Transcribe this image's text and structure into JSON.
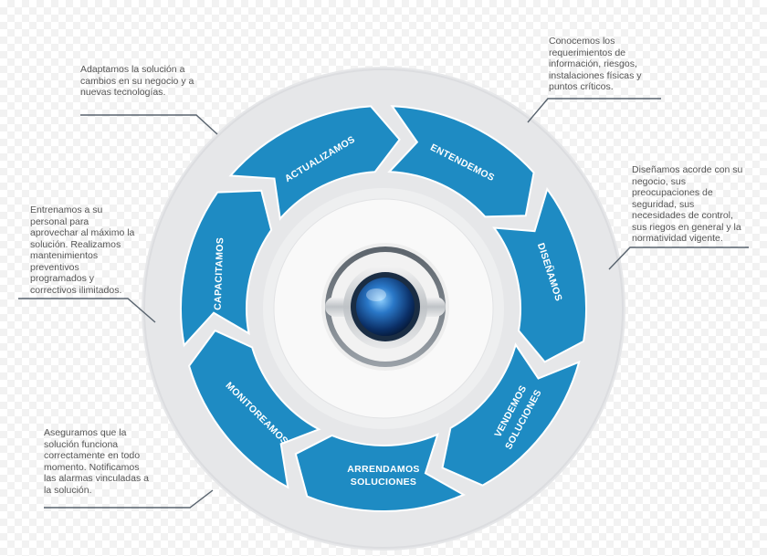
{
  "stages": [
    {
      "id": "actualizamos",
      "label": "ACTUALIZAMOS"
    },
    {
      "id": "entendemos",
      "label": "ENTENDEMOS"
    },
    {
      "id": "disenamos",
      "label": "DISEÑAMOS"
    },
    {
      "id": "vendemos",
      "line1": "VENDEMOS",
      "line2": "SOLUCIONES"
    },
    {
      "id": "arrendamos",
      "line1": "ARRENDAMOS",
      "line2": "SOLUCIONES"
    },
    {
      "id": "monitoreamos",
      "label": "MONITOREAMOS"
    },
    {
      "id": "capacitamos",
      "label": "CAPACITAMOS"
    }
  ],
  "notes": {
    "actualizamos": "Adaptamos la solución a\ncambios en su negocio y a\nnuevas tecnologías.",
    "entendemos": "Conocemos los\nrequerimientos de\ninformación, riesgos,\ninstalaciones físicas y\npuntos críticos.",
    "disenamos": "Diseñamos acorde con su\nnegocio, sus\npreocupaciones de\nseguridad, sus\nnecesidades de control,\nsus riegos en general y la\nnormatividad vigente.",
    "capacitamos": "Entrenamos a su\npersonal para\naprovechar al máximo la\nsolución. Realizamos\nmantenimientos\npreventivos\nprogramados y\ncorrectivos ilimitados.",
    "monitoreamos": "Aseguramos que la\nsolución funciona\ncorrectamente en todo\nmomento. Notificamos\nlas alarmas vinculadas a\nla solución."
  },
  "colors": {
    "stage_blue": "#1e8bc3",
    "ring_gray": "#e6e7e9",
    "inner_white": "#f9f9f9",
    "connector": "#58636e",
    "text": "#555555"
  }
}
